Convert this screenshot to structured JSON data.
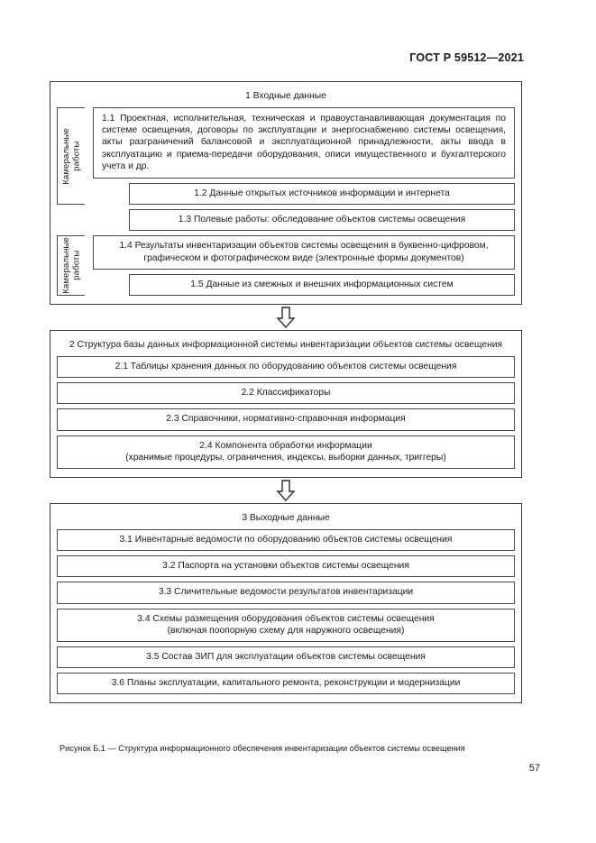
{
  "document": {
    "standard_header": "ГОСТ Р 59512—2021",
    "page_number": "57",
    "figure_caption": "Рисунок Б.1 — Структура информационного обеспечения инвентаризации объектов системы освещения"
  },
  "figure": {
    "arrow_icon": "down-block-arrow-icon",
    "sections": [
      {
        "id": "section-1",
        "title": "1 Входные данные",
        "side_labels": [
          {
            "id": "side-label-1",
            "text": "Камеральные\nработы"
          },
          {
            "id": "side-label-2",
            "text": "Камеральные\nработы"
          }
        ],
        "items": [
          {
            "id": "item-1-1",
            "text": "1.1 Проектная, исполнительная, техническая и правоустанавливающая документация по системе освещения, договоры по эксплуатации и энергоснабжению системы освещения, акты разграничений балансовой и эксплуатационной принадлежности, акты ввода в эксплуатацию и приема-передачи оборудования, описи имущественного и бухгалтерского учета и др."
          },
          {
            "id": "item-1-2",
            "text": "1.2 Данные открытых источников информации и интернета"
          },
          {
            "id": "item-1-3",
            "text": "1.3 Полевые работы: обследование объектов системы освещения"
          },
          {
            "id": "item-1-4",
            "text": "1.4 Результаты инвентаризации объектов системы освещения в буквенно-цифровом, графическом и фотографическом виде (электронные формы документов)"
          },
          {
            "id": "item-1-5",
            "text": "1.5 Данные из смежных и внешних информационных систем"
          }
        ]
      },
      {
        "id": "section-2",
        "title": "2 Структура базы данных информационной системы инвентаризации объектов системы освещения",
        "items": [
          {
            "id": "item-2-1",
            "text": "2.1 Таблицы хранения данных по оборудованию объектов системы освещения"
          },
          {
            "id": "item-2-2",
            "text": "2.2 Классификаторы"
          },
          {
            "id": "item-2-3",
            "text": "2.3 Справочники, нормативно-справочная информация"
          },
          {
            "id": "item-2-4",
            "text": "2.4 Компонента обработки информации\n(хранимые процедуры, ограничения, индексы, выборки данных, триггеры)"
          }
        ]
      },
      {
        "id": "section-3",
        "title": "3 Выходные данные",
        "items": [
          {
            "id": "item-3-1",
            "text": "3.1 Инвентарные ведомости по оборудованию объектов системы освещения"
          },
          {
            "id": "item-3-2",
            "text": "3.2 Паспорта на установки объектов системы освещения"
          },
          {
            "id": "item-3-3",
            "text": "3.3 Сличительные ведомости результатов инвентаризации"
          },
          {
            "id": "item-3-4",
            "text": "3.4 Схемы размещения оборудования объектов системы освещения\n(включая поопорную схему для наружного освещения)"
          },
          {
            "id": "item-3-5",
            "text": "3.5 Состав ЗИП для эксплуатации объектов системы освещения"
          },
          {
            "id": "item-3-6",
            "text": "3.6 Планы эксплуатации, капитального ремонта, реконструкции и модернизации"
          }
        ]
      }
    ]
  }
}
